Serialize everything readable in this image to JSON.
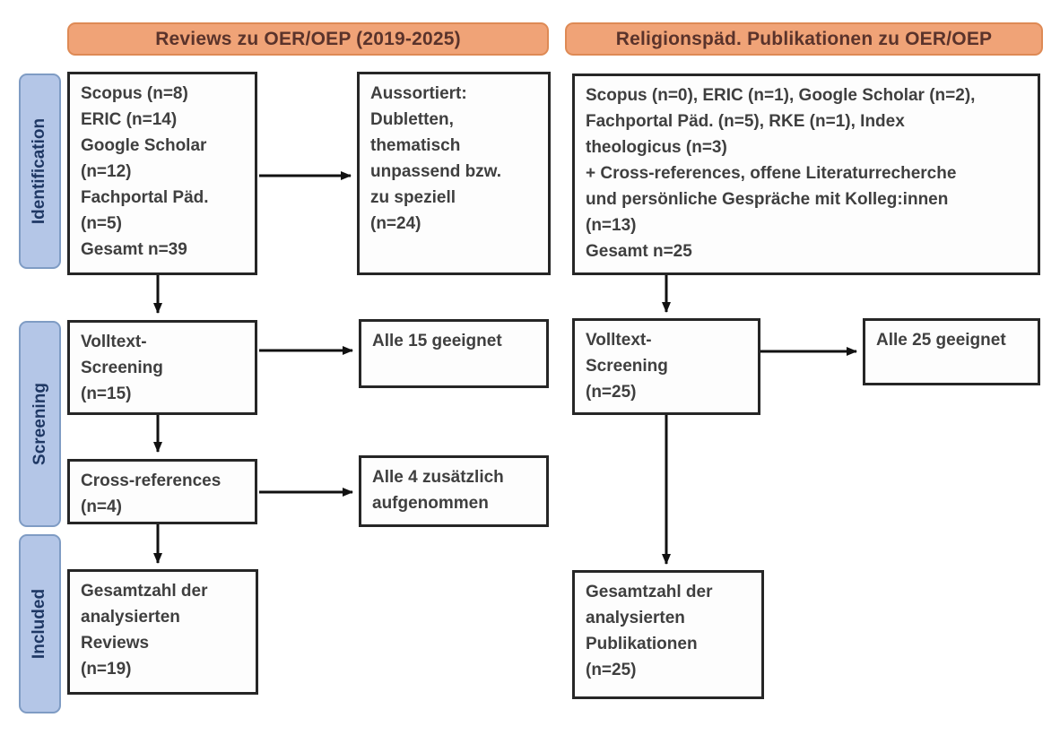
{
  "headers": {
    "left": "Reviews zu OER/OEP (2019-2025)",
    "right": "Religionspäd. Publikationen zu OER/OEP"
  },
  "stages": {
    "identification": "Identification",
    "screening": "Screening",
    "included": "Included"
  },
  "left_flow": {
    "sources": [
      "Scopus (n=8)",
      "ERIC (n=14)",
      "Google Scholar",
      "(n=12)",
      "Fachportal Päd.",
      "(n=5)",
      "Gesamt n=39"
    ],
    "excluded": [
      "Aussortiert:",
      "Dubletten,",
      "thematisch",
      "unpassend bzw.",
      "zu speziell",
      "(n=24)"
    ],
    "fulltext_screening": [
      "Volltext-",
      "Screening",
      "(n=15)"
    ],
    "fulltext_result": "Alle 15 geeignet",
    "crossrefs": [
      "Cross-references",
      "(n=4)"
    ],
    "crossrefs_result": [
      "Alle 4 zusätzlich",
      "aufgenommen"
    ],
    "included_total": [
      "Gesamtzahl der",
      "analysierten",
      "Reviews",
      "(n=19)"
    ]
  },
  "right_flow": {
    "sources": [
      "Scopus (n=0), ERIC (n=1), Google Scholar (n=2),",
      "Fachportal Päd. (n=5), RKE (n=1), Index",
      "theologicus (n=3)",
      "+ Cross-references, offene Literaturrecherche",
      "und persönliche Gespräche mit Kolleg:innen",
      "(n=13)",
      "Gesamt n=25"
    ],
    "fulltext_screening": [
      "Volltext-",
      "Screening",
      "(n=25)"
    ],
    "fulltext_result": "Alle 25 geeignet",
    "included_total": [
      "Gesamtzahl der",
      "analysierten",
      "Publikationen",
      "(n=25)"
    ]
  },
  "colors": {
    "header_fill": "#F0A377",
    "header_border": "#DE8A55",
    "header_text": "#5A332B",
    "stage_fill": "#B4C6E7",
    "stage_border": "#7F9CC4",
    "stage_text": "#1F3864",
    "box_border": "#262626",
    "box_text": "#3F3F3F",
    "arrow": "#111111"
  }
}
